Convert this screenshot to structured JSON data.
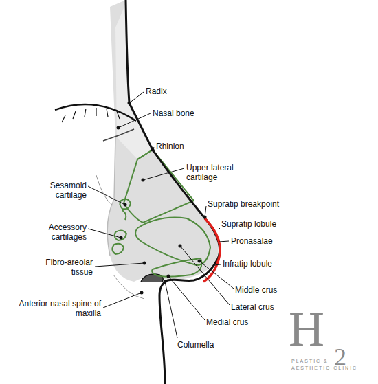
{
  "diagram": {
    "labels": [
      "Radix",
      "Nasal bone",
      "Rhinion",
      "Upper lateral cartilage",
      "Supratip breakpoint",
      "Sesamoid cartilage",
      "Supratip lobule",
      "Pronasalae",
      "Accessory cartilages",
      "Infratip lobule",
      "Fibro-areolar tissue",
      "Middle crus",
      "Lateral crus",
      "Anterior nasal spine of maxilla",
      "Medial crus",
      "Columella",
      "H",
      "2",
      "PLASTIC &",
      "AESTHETIC CLINIC"
    ]
  }
}
